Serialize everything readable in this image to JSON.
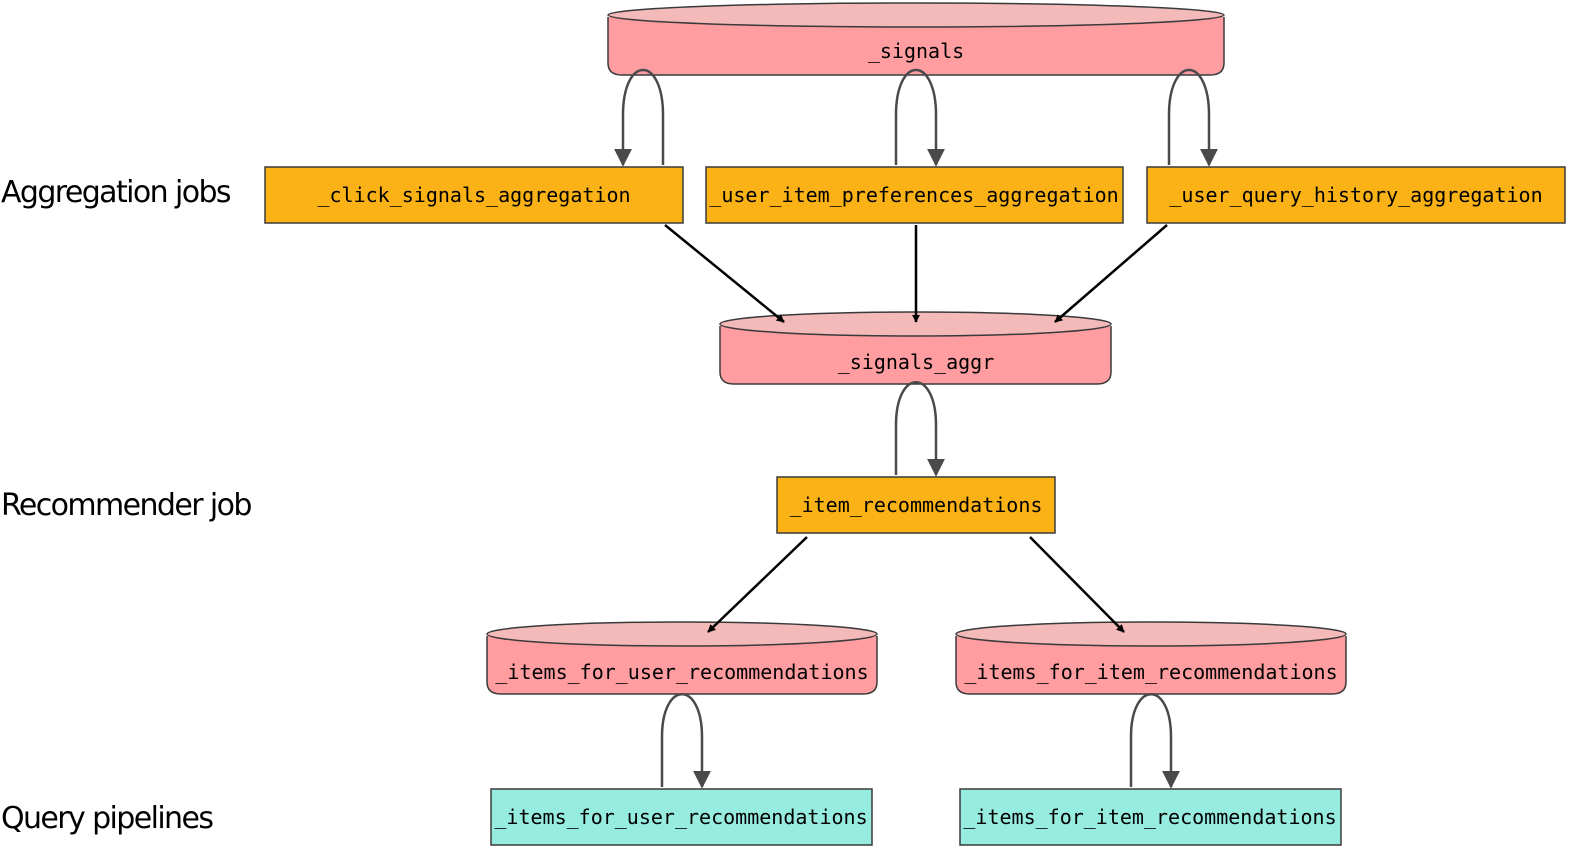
{
  "row_labels": {
    "aggregation": "Aggregation jobs",
    "recommender": "Recommender job",
    "query": "Query pipelines"
  },
  "collections": {
    "signals": "_signals",
    "signals_aggr": "_signals_aggr",
    "items_for_user": "_items_for_user_recommendations",
    "items_for_item": "_items_for_item_recommendations"
  },
  "jobs": {
    "click_signals": "_click_signals_aggregation",
    "user_item_preferences": "_user_item_preferences_aggregation",
    "user_query_history": "_user_query_history_aggregation",
    "item_recommendations": "_item_recommendations"
  },
  "pipelines": {
    "items_for_user": "_items_for_user_recommendations",
    "items_for_item": "_items_for_item_recommendations"
  },
  "colors": {
    "job": "#fab216",
    "collection": "#ff9da1",
    "collection_top": "#f4b9b9",
    "pipeline": "#97ece0",
    "edge": "#000000",
    "loop_edge": "#4a4a4a"
  }
}
